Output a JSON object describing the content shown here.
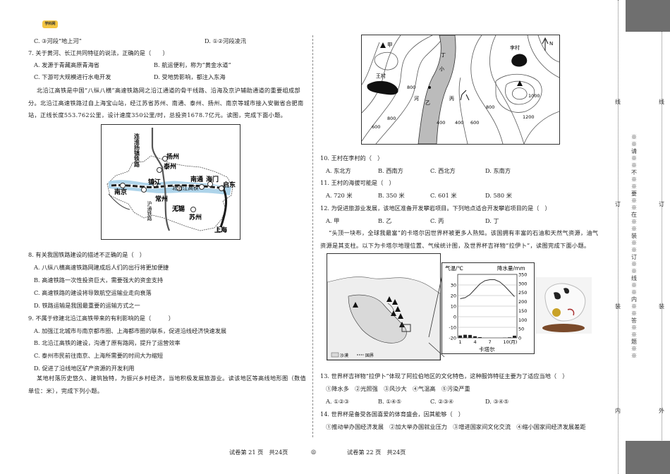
{
  "header": {
    "logo_text": "学科网"
  },
  "left": {
    "q6_opt_c": "C. ③河段“地上河”",
    "q6_opt_d": "D. ①②河段凌汛",
    "q7_stem": "7. 关于黄河、长江共同特征的说法，正确的是（　　）",
    "q7_a": "A. 发源于青藏高原青海省",
    "q7_b": "B. 航运便利，称为“黄金水道”",
    "q7_c": "C. 下游可大规模进行水电开发",
    "q7_d": "D. 受地势影响，都注入东海",
    "passage1": "北沿江高铁是中国“八纵八横”高速铁路网之沿江通道的骨干线路、沿海及京沪辅助通道的重要组成部分。北沿江高速铁路过自上海宝山站，经江苏省苏州、南通、泰州、扬州、南京等城市接入安徽省合肥南站，正线长度553.762公里，设计速度350公里/时，总投资1678.7亿元。读图，完成下面小题。",
    "map1": {
      "labels": [
        "连淮扬镇铁路",
        "扬州",
        "泰州",
        "南通",
        "海门",
        "启东",
        "南京",
        "镇江",
        "北沿江高铁",
        "常州",
        "无锡",
        "沪通铁路",
        "苏州",
        "上海"
      ]
    },
    "q8_stem": "8. 有关我国铁路建设的描述不正确的是（　）",
    "q8_a": "A. 八纵八横高速铁路网建成后人们的出行将更加便捷",
    "q8_b": "B. 高速铁路一次性投资巨大，需要强大的资金支持",
    "q8_c": "C. 高速铁路的建设将导致航空运输业走向衰落",
    "q8_d": "D. 铁路运输是我国最重要的运输方式之一",
    "q9_stem": "9. 不属于修建北沿江高铁带来的有利影响的是（　　　）",
    "q9_a": "A. 加强江北城市与南京都市圈、上海都市圈的联系，促进沿线经济快速发展",
    "q9_b": "B. 北沿江高铁的建设，沟通了原有路网，提升了运营效率",
    "q9_c": "C. 泰州市民前往南京、上海所需要的时间大为缩短",
    "q9_d": "D. 促进了沿线地区矿产资源的开发利用",
    "passage2": "某地村落历史悠久、建筑独特，为振兴乡村经济，当地积极发展旅游业。读该地区等高线地形图（数值单位：米），完成下列小题。"
  },
  "right": {
    "map2": {
      "labels": [
        "甲",
        "李村",
        "N",
        "丁",
        "小",
        "王村",
        "河",
        "乙",
        "丙",
        "1000",
        "800",
        "600",
        "400",
        "800",
        "1200",
        "600",
        "400",
        "800"
      ]
    },
    "q10_stem": "10. 王村在李村的（　）",
    "q10_opts": [
      "A. 东北方",
      "B. 西南方",
      "C. 西北方",
      "D. 东南方"
    ],
    "q11_stem": "11. 王村的海拔可能是（　）",
    "q11_opts": [
      "A. 720 米",
      "B. 350 米",
      "C. 601 米",
      "D. 580 米"
    ],
    "q12_stem": "12. 为促进旅游业发展，该地区准备开发攀岩项目。下列地点适合开发攀岩项目的是（　）",
    "q12_opts": [
      "A. 甲",
      "B. 乙",
      "C. 丙",
      "D. 丁"
    ],
    "passage3": "“头顶一块布，全球我最富”的卡塔尔因世界杯被更多人熟知。该国拥有丰富的石油和天然气资源，油气资源是其支柱。以下为卡塔尔地理位置、气候统计图，及世界杯吉祥物“拉伊卜”，读图完成下面小题。",
    "map3_legend": [
      "沙漠",
      "国界"
    ],
    "q13_stem": "13. 世界杯吉祥物“拉伊卜”体现了阿拉伯地区的文化特色，这种服饰特征主要为了适应当地（　）",
    "q13_line2": "①降水多　②光照强　③风沙大　④气温高　⑤污染严重",
    "q13_opts": [
      "A. ①②③",
      "B. ①④⑤",
      "C. ②③④",
      "D. ③④⑤"
    ],
    "q14_stem": "14. 世界杯是备受各国喜爱的体育盛会，因其能够（　）",
    "q14_line2": "①推动举办国经济发展　②加大举办国就业压力　③增进国家间文化交流　④缩小国家间经济发展差距"
  },
  "chart_data": {
    "type": "line",
    "title": "卡塔尔",
    "left_axis_label": "气温/℃",
    "right_axis_label": "降水量/mm",
    "left_ticks": [
      "30",
      "20",
      "10",
      "0",
      "-10",
      "-20"
    ],
    "right_ticks": [
      "350",
      "300",
      "250",
      "200",
      "150",
      "100",
      "50",
      "0"
    ],
    "x_ticks": [
      "1",
      "4",
      "7",
      "10(月)"
    ],
    "temperature_ylim": [
      -20,
      40
    ],
    "precip_ylim": [
      0,
      350
    ],
    "months": [
      1,
      2,
      3,
      4,
      5,
      6,
      7,
      8,
      9,
      10,
      11,
      12
    ],
    "temperature": [
      17,
      18,
      21,
      26,
      31,
      34,
      35,
      35,
      33,
      29,
      24,
      19
    ],
    "precipitation": [
      13,
      17,
      16,
      9,
      4,
      0,
      0,
      0,
      0,
      1,
      3,
      12
    ]
  },
  "footer": {
    "left": "试卷第 21 页　共24页",
    "center": "◎",
    "right": "试卷第 22 页　共24页"
  },
  "binding": {
    "col1": "※※请※※不※※要※※在※※装※※订※※线※※内※※答※※题※※",
    "line_words": [
      "线",
      "订",
      "装",
      "内"
    ],
    "line_words_outer": [
      "线",
      "订",
      "装",
      "外"
    ]
  }
}
